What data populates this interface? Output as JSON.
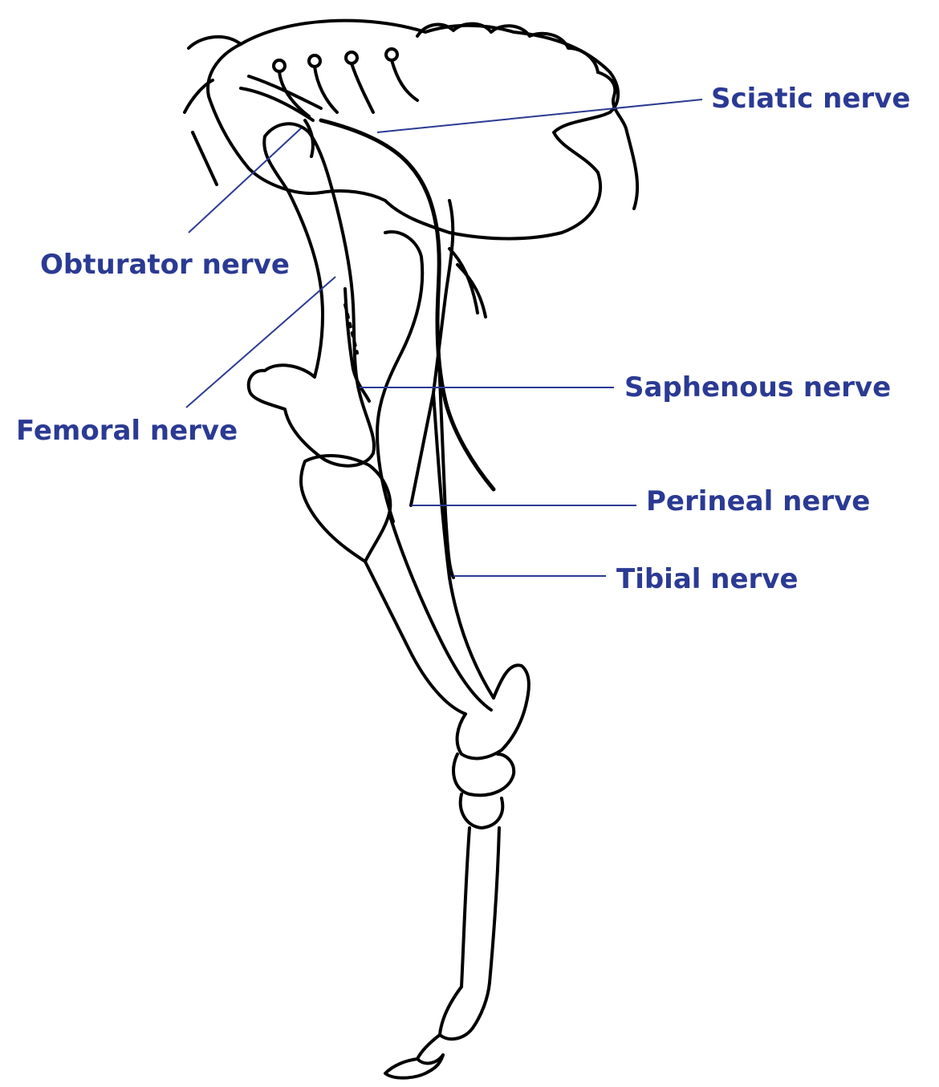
{
  "diagram": {
    "labels": {
      "sciatic": "Sciatic nerve",
      "obturator": "Obturator nerve",
      "saphenous": "Saphenous nerve",
      "femoral": "Femoral nerve",
      "perineal": "Perineal nerve",
      "tibial": "Tibial nerve"
    },
    "colors": {
      "label": "#2b3a93",
      "leader": "#2b3a93",
      "outline": "#000000"
    }
  }
}
